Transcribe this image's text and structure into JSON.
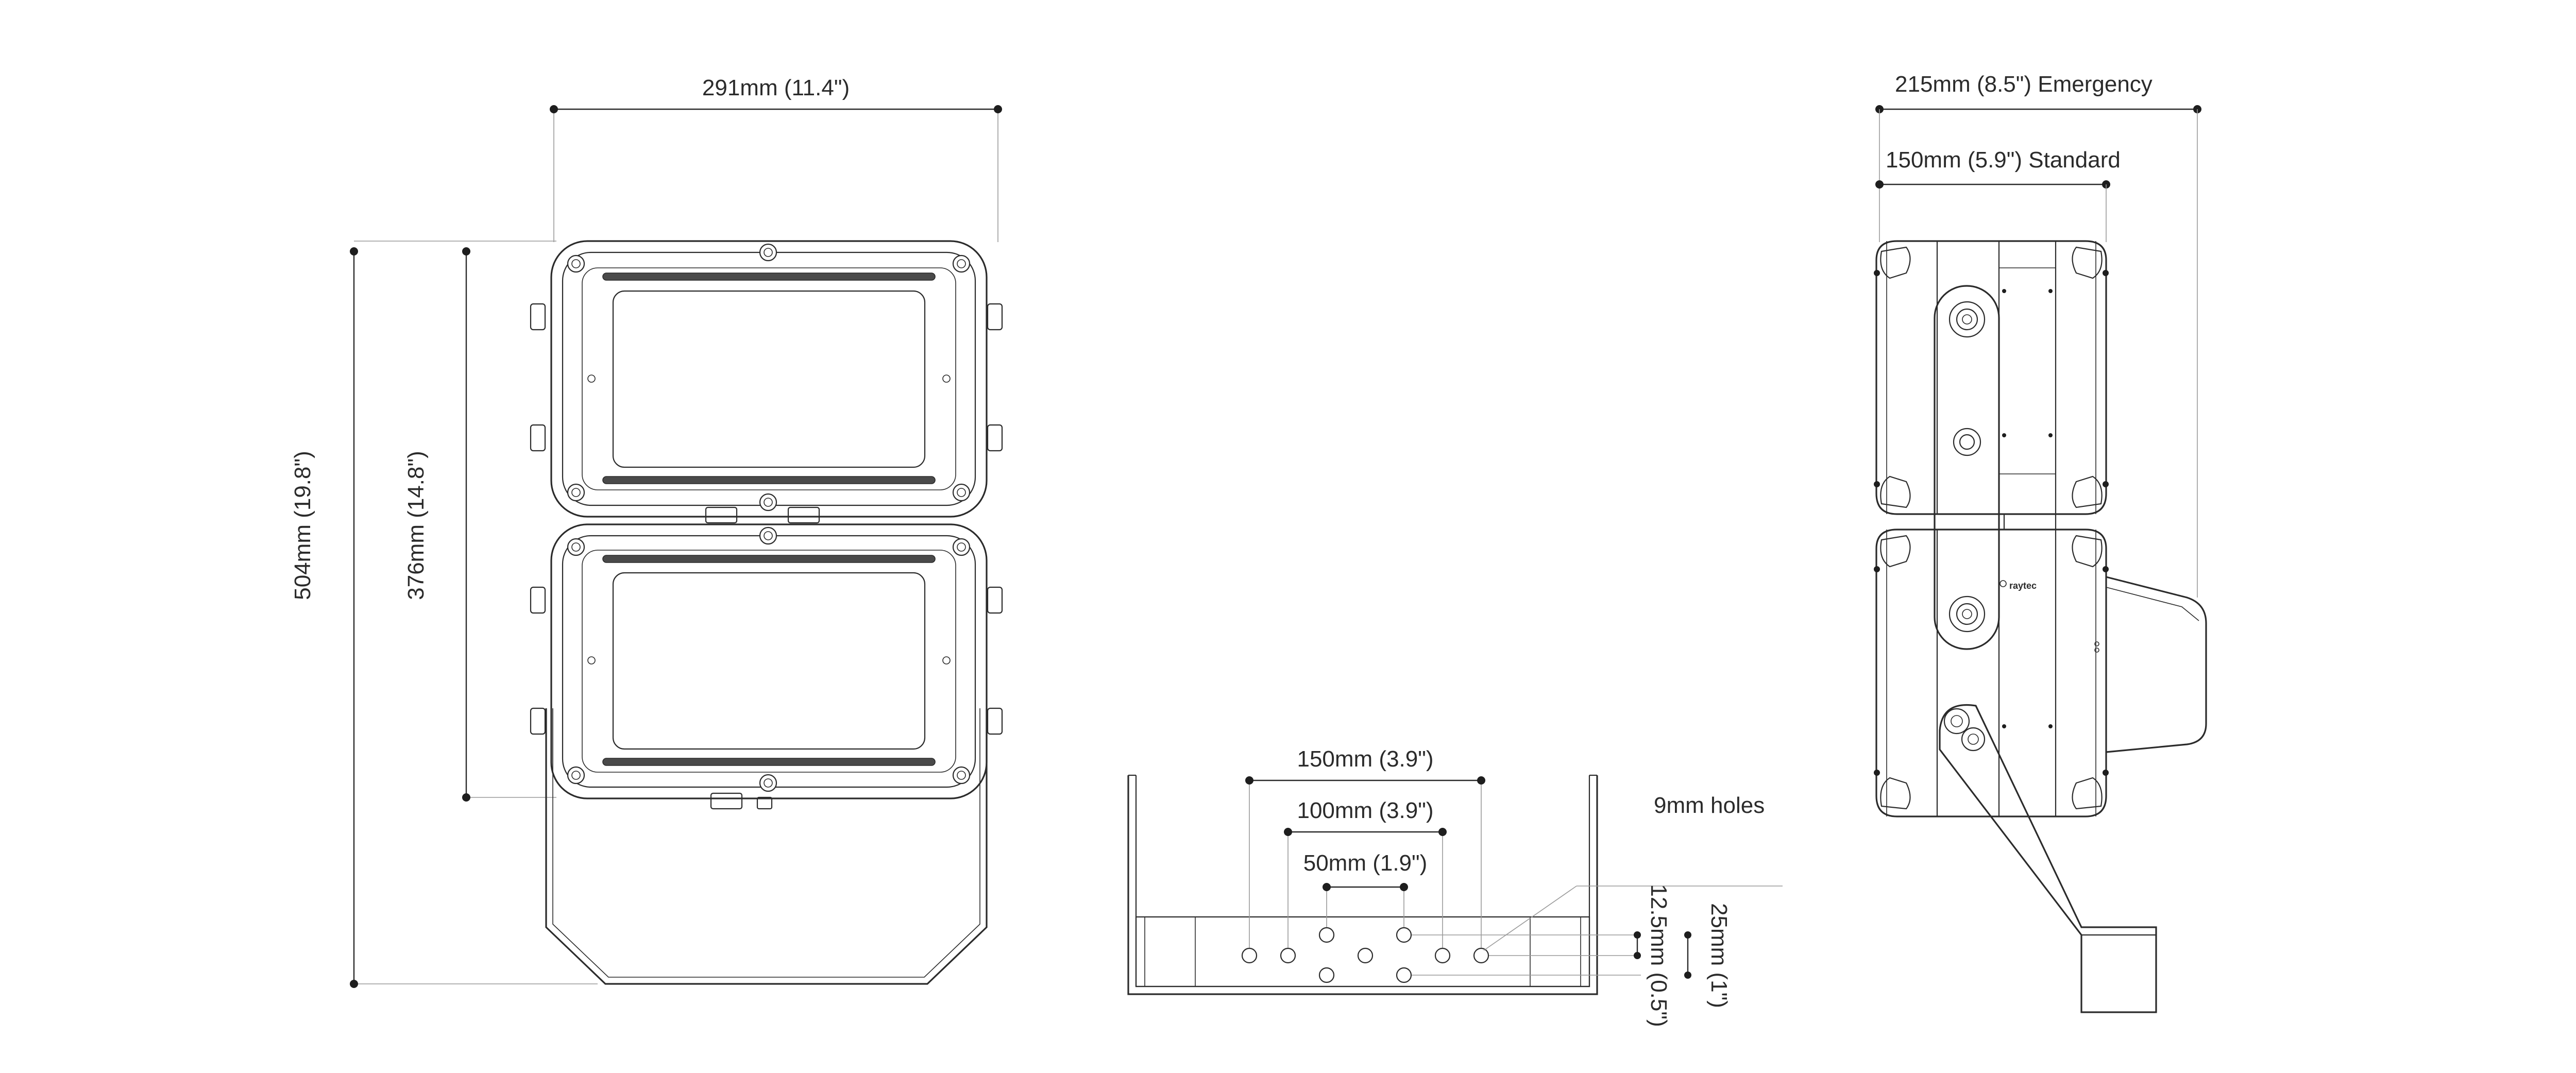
{
  "front_view": {
    "width_label": "291mm (11.4\")",
    "height_label": "504mm (19.8\")",
    "body_height_label": "376mm (14.8\")"
  },
  "bracket_view": {
    "spacing_150_label": "150mm (3.9\")",
    "spacing_100_label": "100mm (3.9\")",
    "spacing_50_label": "50mm (1.9\")",
    "holes_label": "9mm holes",
    "offset_12_5_label": "12.5mm (0.5\")",
    "offset_25_label": "25mm (1\")"
  },
  "side_view": {
    "emergency_label": "215mm (8.5\") Emergency",
    "standard_label": "150mm (5.9\") Standard",
    "brand_label": "raytec"
  }
}
